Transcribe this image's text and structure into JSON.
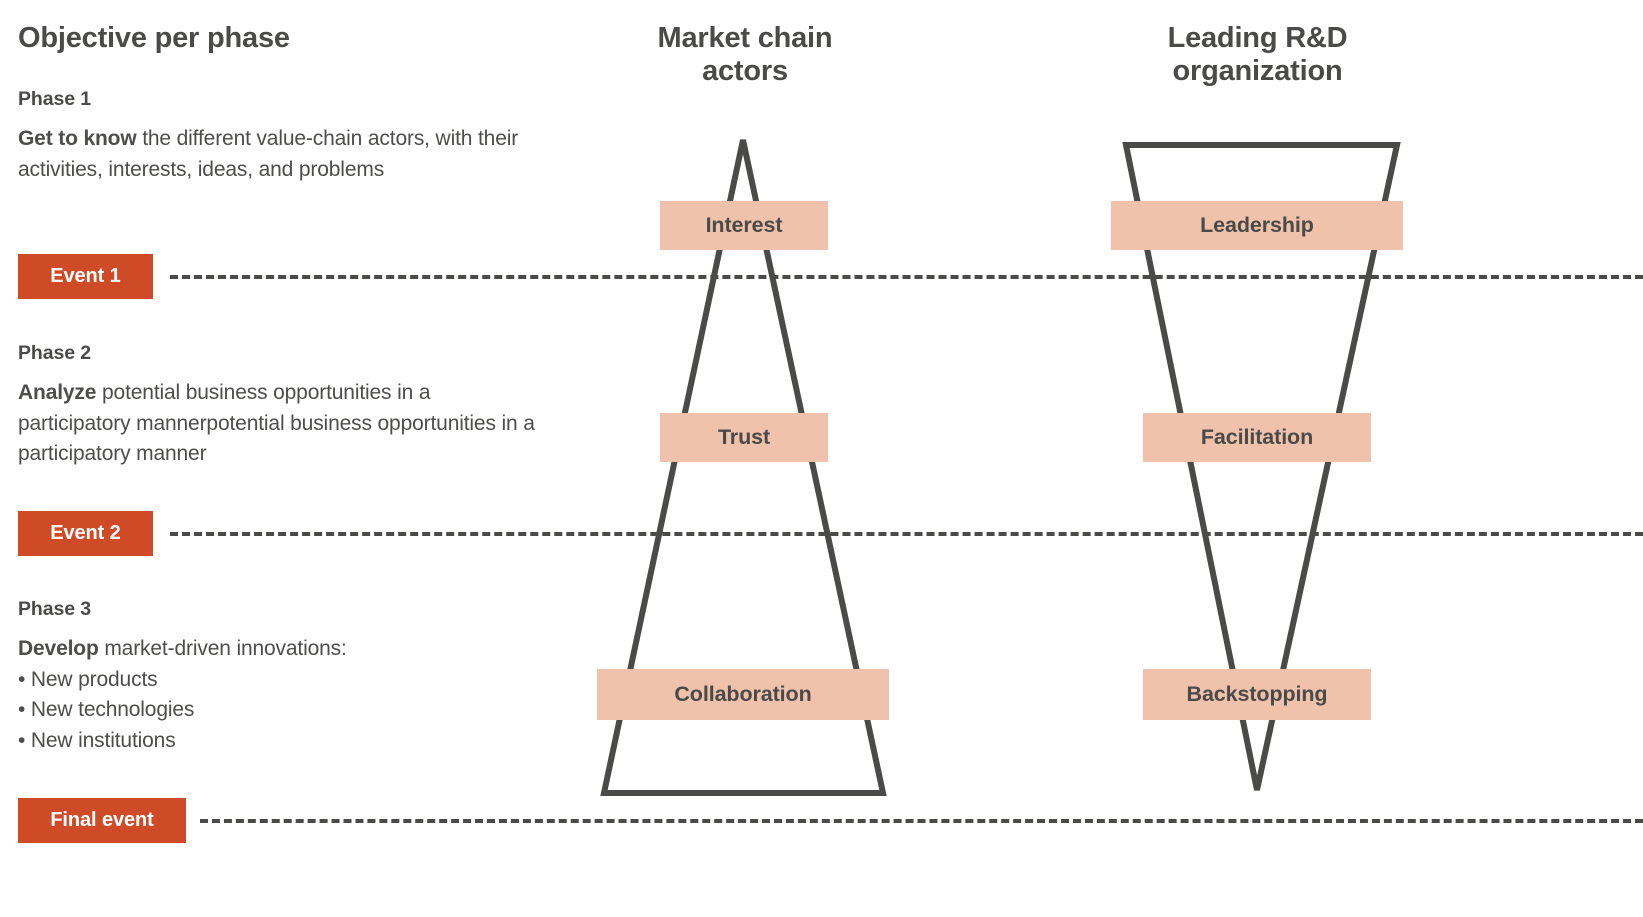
{
  "columns": {
    "objective": "Objective per phase",
    "market_chain": "Market chain\nactors",
    "market_chain_line1": "Market chain",
    "market_chain_line2": "actors",
    "rnd_line1": "Leading R&D",
    "rnd_line2": "organization"
  },
  "phases": [
    {
      "heading": "Phase 1",
      "lead": "Get to know",
      "body": " the different value-chain actors, with their activities, interests, ideas, and problems",
      "lines": [
        "Get to know the different",
        "value-chain actors, with their activities,",
        "interests, ideas, and problems"
      ],
      "bullets": []
    },
    {
      "heading": "Phase 2",
      "lead": "Analyze",
      "body": " potential business opportunities in a participatory mannerpotential business opportunities in a participatory manner",
      "lines": [
        "Analyze potential business opportunities",
        "in a participatory mannerpotential business",
        "opportunities in a participatory manner"
      ],
      "bullets": []
    },
    {
      "heading": "Phase 3",
      "lead": "Develop",
      "body": " market-driven innovations:",
      "lines": [
        "Develop market-driven innovations:"
      ],
      "bullets": [
        "• New products",
        "• New technologies",
        "• New institutions"
      ]
    }
  ],
  "events": [
    {
      "label": "Event 1"
    },
    {
      "label": "Event 2"
    },
    {
      "label": "Final event"
    }
  ],
  "market_chain_stages": [
    {
      "label": "Interest"
    },
    {
      "label": "Trust"
    },
    {
      "label": "Collaboration"
    }
  ],
  "rnd_stages": [
    {
      "label": "Leadership"
    },
    {
      "label": "Facilitation"
    },
    {
      "label": "Backstopping"
    }
  ],
  "colors": {
    "accent_orange": "#CF4B28",
    "stage_salmon": "#F0C2AB",
    "text_dark": "#4A4A48",
    "line_dark": "#4A4A48",
    "background": "#FFFFFF"
  }
}
